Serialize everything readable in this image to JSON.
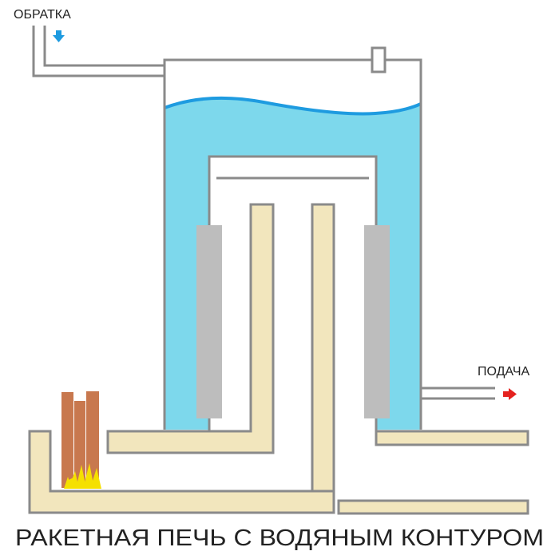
{
  "labels": {
    "return": "ОБРАТКА",
    "supply": "ПОДАЧА",
    "title": "РАКЕТНАЯ ПЕЧЬ С ВОДЯНЫМ КОНТУРОМ"
  },
  "colors": {
    "outline": "#8a8a8a",
    "water": "#7dd8ec",
    "water_surface": "#1e9be0",
    "brick": "#f2e6bd",
    "insulation": "#bdbdbd",
    "wood": "#c8784e",
    "flame": "#f5e000",
    "return_arrow": "#1e9be0",
    "supply_arrow": "#e5221f"
  },
  "icons": {
    "return_arrow": "arrow-down-icon",
    "supply_arrow": "arrow-right-icon",
    "flame": "flame-icon",
    "firewood": "firewood-icon"
  }
}
